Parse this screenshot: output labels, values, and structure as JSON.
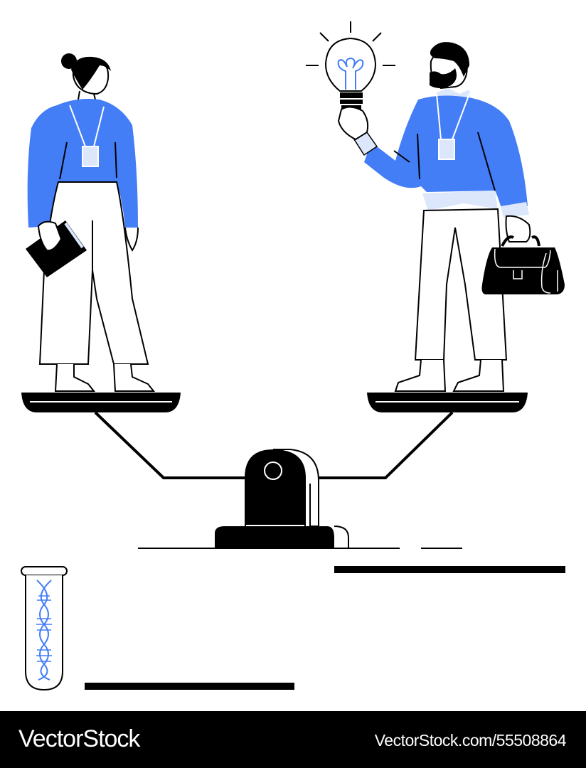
{
  "illustration": {
    "description": "Two office workers standing on opposite sides of a balance scale; man holds a light bulb and briefcase, woman holds a folder; DNA test tube at lower left",
    "colors": {
      "accent_blue": "#437EF7",
      "light_blue": "#DCE7FB",
      "ink": "#000000",
      "background": "#FFFFFF"
    },
    "elements": [
      {
        "name": "woman-with-folder",
        "side": "left"
      },
      {
        "name": "man-with-lightbulb-and-briefcase",
        "side": "right"
      },
      {
        "name": "balance-scale",
        "position": "center"
      },
      {
        "name": "dna-test-tube",
        "position": "bottom-left"
      }
    ]
  },
  "footer": {
    "brand": "VectorStock",
    "url": "VectorStock.com/55508864"
  }
}
